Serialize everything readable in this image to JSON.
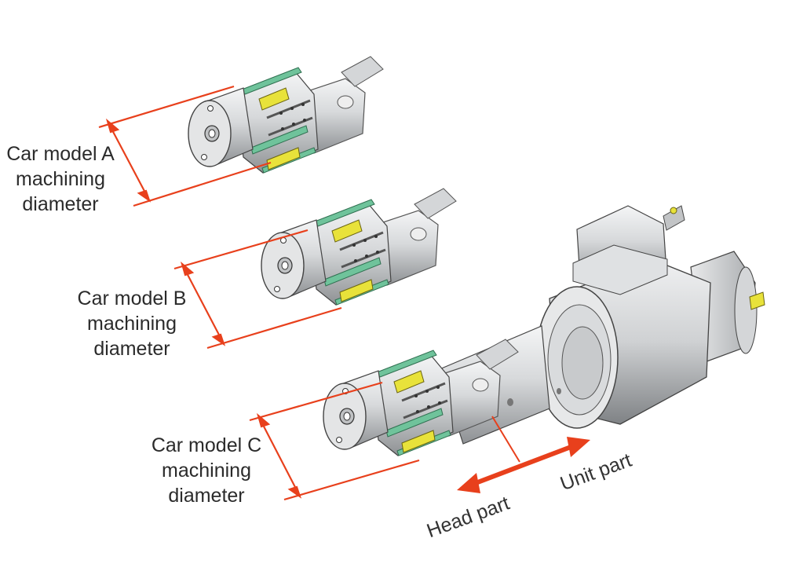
{
  "labels": {
    "model_a": {
      "line1": "Car model A",
      "line2": "machining",
      "line3": "diameter"
    },
    "model_b": {
      "line1": "Car model B",
      "line2": "machining",
      "line3": "diameter"
    },
    "model_c": {
      "line1": "Car model C",
      "line2": "machining",
      "line3": "diameter"
    },
    "head_part": "Head part",
    "unit_part": "Unit part"
  },
  "colors": {
    "dimension_line": "#e8401c",
    "tool_body": "#c9cbcd",
    "green_insert": "#6fc39b",
    "yellow_insert": "#e8e23a"
  }
}
